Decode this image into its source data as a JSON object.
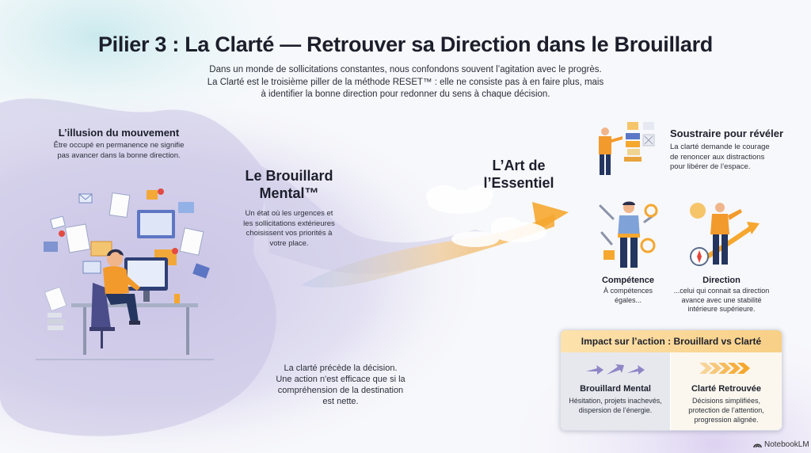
{
  "title": "Pilier 3 : La Clarté — Retrouver sa Direction dans le Brouillard",
  "intro": [
    "Dans un monde de sollicitations constantes, nous confondons souvent l’agitation avec le progrès.",
    "La Clarté est le troisième piller de la méthode RESET™ : elle ne consiste pas à en faire plus, mais",
    "à identifier la bonne direction pour redonner du sens à chaque décision."
  ],
  "illusion": {
    "heading": "L’illusion du mouvement",
    "text": [
      "Être occupé en permanence ne signifie",
      "pas avancer dans la bonne direction."
    ]
  },
  "brouillard": {
    "heading": [
      "Le Brouillard",
      "Mental™"
    ],
    "text": [
      "Un état où les urgences et",
      "les sollicitations extérieures",
      "choisissent vos priorités à",
      "votre place."
    ]
  },
  "art": {
    "heading": [
      "L’Art de",
      "l’Essentiel"
    ]
  },
  "clarity_note": [
    "La clarté précède la décision.",
    "Une action n'est efficace que si la",
    "compréhension de la destination",
    "est nette."
  ],
  "soustraire": {
    "heading": "Soustraire pour révéler",
    "text": [
      "La clarté demande le courage",
      "de renoncer aux distractions",
      "pour libérer de l’espace."
    ]
  },
  "competence": {
    "heading": "Compétence",
    "text": [
      "À compétences",
      "égales..."
    ]
  },
  "direction": {
    "heading": "Direction",
    "text": [
      "...celui qui connait sa direction",
      "avance avec une stabilité",
      "intérieure supérieure."
    ]
  },
  "impact": {
    "heading": "Impact sur l’action : Brouillard vs Clarté",
    "left": {
      "title": "Brouillard Mental",
      "text": [
        "Hésitation, projets inachevés,",
        "dispersion de l’énergie."
      ]
    },
    "right": {
      "title": "Clarté Retrouvée",
      "text": [
        "Décisions simplifiées,",
        "protection de l’attention,",
        "progression alignée."
      ]
    }
  },
  "brand": "NotebookLM",
  "colors": {
    "accent_orange": "#f5a72f",
    "fog_purple": "#a7a3d3",
    "shirt_orange": "#f39a2c",
    "pants_navy": "#24355f"
  },
  "icons": [
    "person-at-desk-icon",
    "envelope-icon",
    "person-juggling-boxes-icon",
    "person-with-tools-icon",
    "person-pointing-icon",
    "compass-icon",
    "gear-icon",
    "sun-icon",
    "notebook-logo-icon"
  ]
}
